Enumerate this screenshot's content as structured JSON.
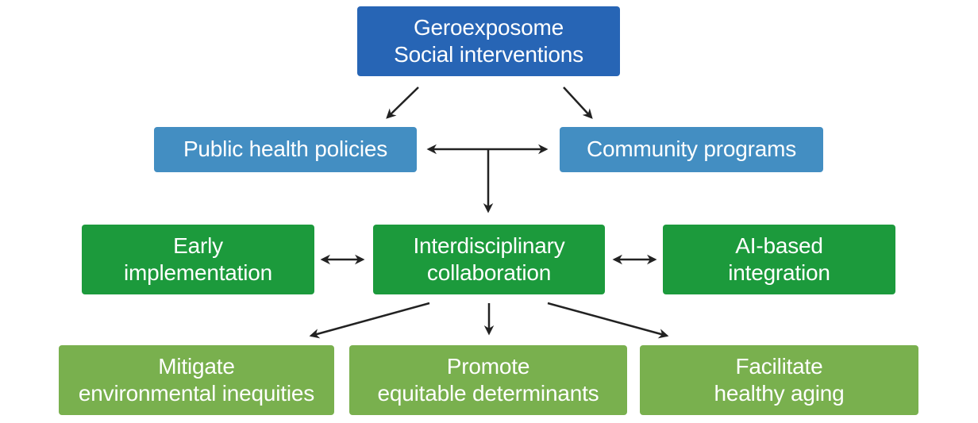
{
  "nodes": {
    "top": {
      "lines": [
        "Geroexposome",
        "Social interventions"
      ],
      "color": "#2765b5"
    },
    "public_health": {
      "lines": [
        "Public health policies"
      ],
      "color": "#438ec2"
    },
    "community": {
      "lines": [
        "Community programs"
      ],
      "color": "#438ec2"
    },
    "early": {
      "lines": [
        "Early",
        "implementation"
      ],
      "color": "#1c9a3c"
    },
    "interdisciplinary": {
      "lines": [
        "Interdisciplinary",
        "collaboration"
      ],
      "color": "#1c9a3c"
    },
    "ai": {
      "lines": [
        "AI-based",
        "integration"
      ],
      "color": "#1c9a3c"
    },
    "mitigate": {
      "lines": [
        "Mitigate",
        "environmental inequities"
      ],
      "color": "#79b04e"
    },
    "promote": {
      "lines": [
        "Promote",
        "equitable determinants"
      ],
      "color": "#79b04e"
    },
    "facilitate": {
      "lines": [
        "Facilitate",
        "healthy aging"
      ],
      "color": "#79b04e"
    }
  },
  "edges": [
    {
      "from": "top",
      "to": "public_health",
      "type": "directed"
    },
    {
      "from": "top",
      "to": "community",
      "type": "directed"
    },
    {
      "from": "public_health",
      "to": "community",
      "type": "bidirectional"
    },
    {
      "from": "public_health-community",
      "to": "interdisciplinary",
      "type": "directed"
    },
    {
      "from": "early",
      "to": "interdisciplinary",
      "type": "bidirectional"
    },
    {
      "from": "interdisciplinary",
      "to": "ai",
      "type": "bidirectional"
    },
    {
      "from": "interdisciplinary",
      "to": "mitigate",
      "type": "directed"
    },
    {
      "from": "interdisciplinary",
      "to": "promote",
      "type": "directed"
    },
    {
      "from": "interdisciplinary",
      "to": "facilitate",
      "type": "directed"
    }
  ],
  "arrow_color": "#222222"
}
